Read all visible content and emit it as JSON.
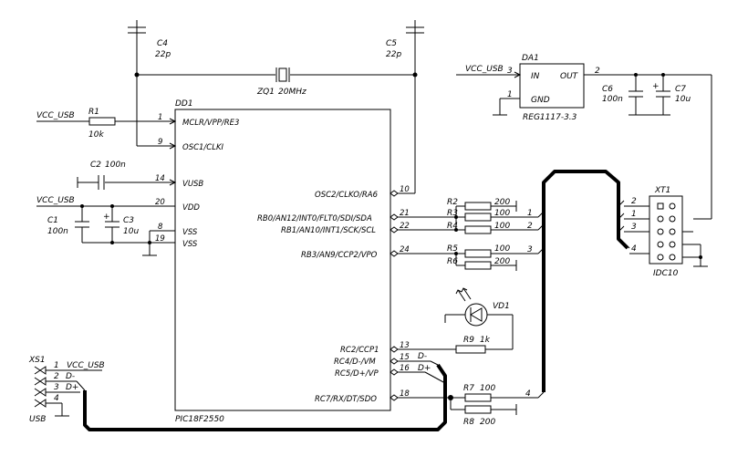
{
  "ic": {
    "ref": "DD1",
    "part": "PIC18F2550",
    "left_pins": [
      {
        "num": "1",
        "name": "MCLR/VPP/RE3"
      },
      {
        "num": "9",
        "name": "OSC1/CLKI"
      },
      {
        "num": "14",
        "name": "VUSB"
      },
      {
        "num": "20",
        "name": "VDD"
      },
      {
        "num": "8",
        "name": "VSS"
      },
      {
        "num": "19",
        "name": "VSS"
      }
    ],
    "right_pins": [
      {
        "num": "10",
        "name": "OSC2/CLKO/RA6"
      },
      {
        "num": "21",
        "name": "RB0/AN12/INT0/FLT0/SDI/SDA"
      },
      {
        "num": "22",
        "name": "RB1/AN10/INT1/SCK/SCL"
      },
      {
        "num": "24",
        "name": "RB3/AN9/CCP2/VPO"
      },
      {
        "num": "13",
        "name": "RC2/CCP1"
      },
      {
        "num": "15",
        "name": "RC4/D-/VM"
      },
      {
        "num": "16",
        "name": "RC5/D+/VP"
      },
      {
        "num": "18",
        "name": "RC7/RX/DT/SDO"
      }
    ]
  },
  "regulator": {
    "ref": "DA1",
    "part": "REG1117-3.3",
    "in": "IN",
    "out": "OUT",
    "gnd": "GND",
    "pin_in": "3",
    "pin_out": "2",
    "pin_gnd": "1"
  },
  "nets": {
    "vcc_usb": "VCC_USB",
    "d_minus": "D-",
    "d_plus": "D+"
  },
  "components": {
    "c4": {
      "ref": "C4",
      "val": "22p"
    },
    "c5": {
      "ref": "C5",
      "val": "22p"
    },
    "zq1": {
      "ref": "ZQ1",
      "val": "20MHz"
    },
    "r1": {
      "ref": "R1",
      "val": "10k"
    },
    "c2": {
      "ref": "C2",
      "val": "100n"
    },
    "c1": {
      "ref": "C1",
      "val": "100n"
    },
    "c3": {
      "ref": "C3",
      "val": "10u"
    },
    "c6": {
      "ref": "C6",
      "val": "100n"
    },
    "c7": {
      "ref": "C7",
      "val": "10u"
    },
    "r2": {
      "ref": "R2",
      "val": "200"
    },
    "r3": {
      "ref": "R3",
      "val": "100"
    },
    "r4": {
      "ref": "R4",
      "val": "100"
    },
    "r5": {
      "ref": "R5",
      "val": "100"
    },
    "r6": {
      "ref": "R6",
      "val": "200"
    },
    "r7": {
      "ref": "R7",
      "val": "100"
    },
    "r8": {
      "ref": "R8",
      "val": "200"
    },
    "r9": {
      "ref": "R9",
      "val": "1k"
    },
    "vd1": {
      "ref": "VD1"
    }
  },
  "bus_numbers": {
    "b1": "1",
    "b2": "2",
    "b3": "3",
    "b4": "4"
  },
  "connector_idc": {
    "ref": "XT1",
    "part": "IDC10",
    "pins": [
      "2",
      "1",
      "3",
      "4"
    ]
  },
  "connector_usb": {
    "ref": "XS1",
    "part": "USB",
    "pins": [
      "1",
      "2",
      "3",
      "4"
    ]
  }
}
